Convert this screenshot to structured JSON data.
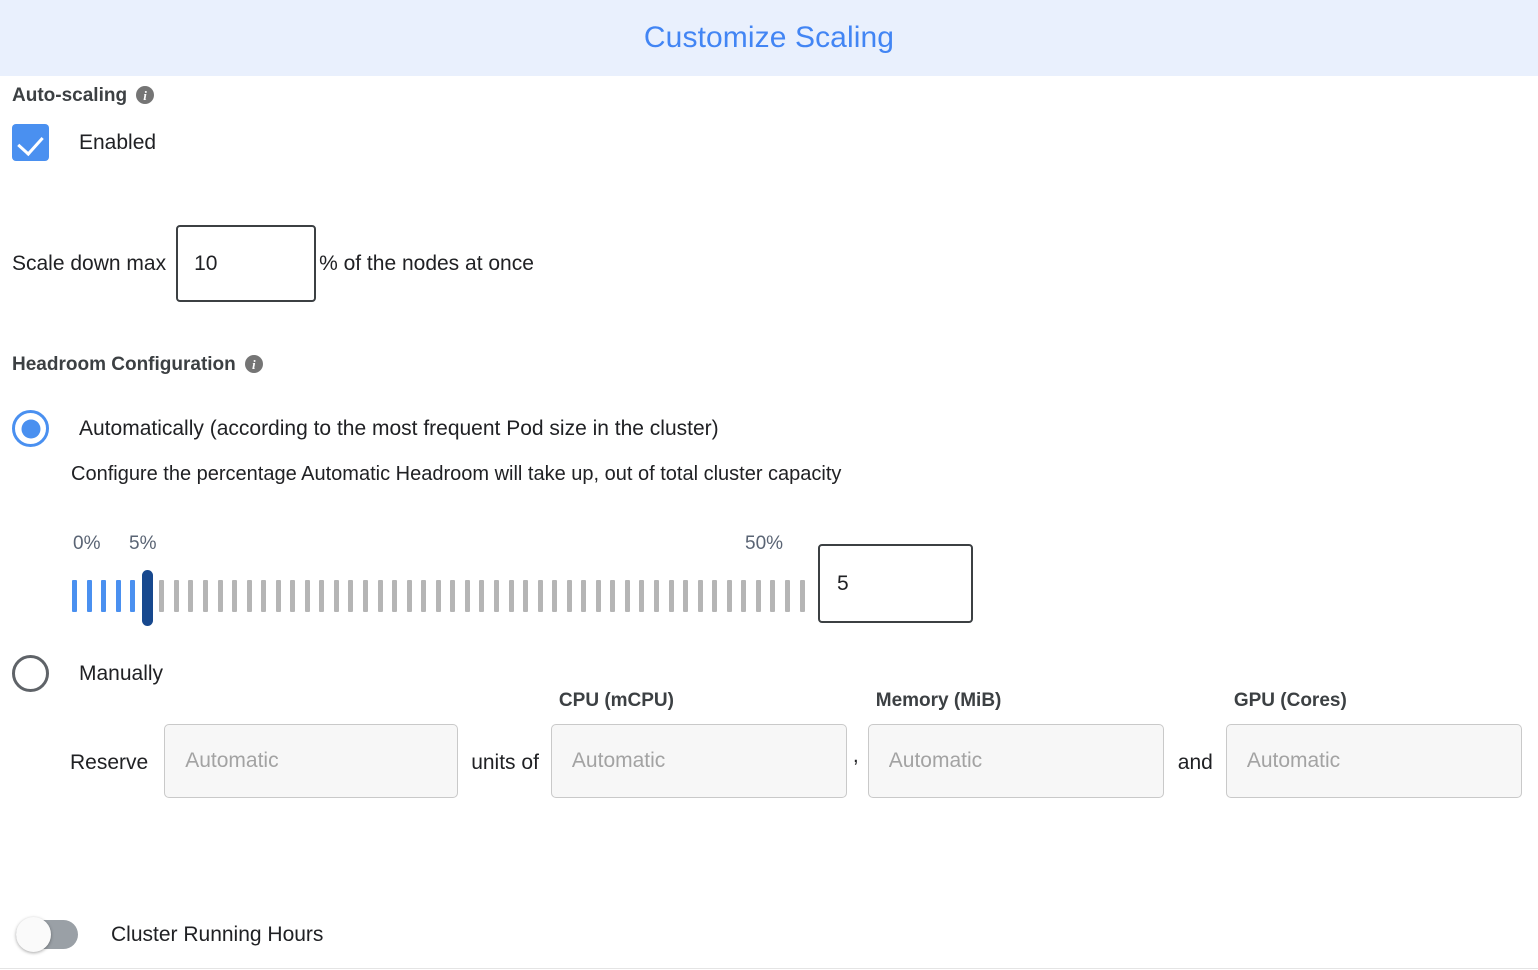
{
  "header": {
    "title": "Customize Scaling",
    "background_color": "#e9f0fd",
    "title_color": "#4285f4"
  },
  "autoscaling": {
    "section_label": "Auto-scaling",
    "info_glyph": "i",
    "checkbox_label": "Enabled",
    "checkbox_checked": true,
    "accent_color": "#4a90f0"
  },
  "scale_down": {
    "prefix_label": "Scale down max",
    "value": "10",
    "suffix_label": "% of the nodes at once"
  },
  "headroom": {
    "section_label": "Headroom Configuration",
    "info_glyph": "i",
    "option_automatic": {
      "label": "Automatically (according to the most frequent Pod size in the cluster)",
      "selected": true,
      "description": "Configure the percentage Automatic Headroom will take up, out of total cluster capacity"
    },
    "slider": {
      "min_label": "0%",
      "current_label": "5%",
      "max_label": "50%",
      "min": 0,
      "max": 50,
      "value": 5,
      "tick_count": 51,
      "value_input": "5",
      "filled_color": "#4a90f0",
      "empty_color": "#b5b5b5",
      "thumb_color": "#17488e",
      "label_color": "#5a6474"
    },
    "option_manual": {
      "label": "Manually",
      "selected": false,
      "reserve_prefix": "Reserve",
      "units_text": "units of",
      "comma_text": ",",
      "and_text": "and",
      "fields": [
        {
          "name": "reserve-units",
          "label": "",
          "placeholder": "Automatic",
          "value": ""
        },
        {
          "name": "cpu",
          "label": "CPU (mCPU)",
          "placeholder": "Automatic",
          "value": ""
        },
        {
          "name": "memory",
          "label": "Memory (MiB)",
          "placeholder": "Automatic",
          "value": ""
        },
        {
          "name": "gpu",
          "label": "GPU (Cores)",
          "placeholder": "Automatic",
          "value": ""
        }
      ]
    }
  },
  "cluster_running_hours": {
    "label": "Cluster Running Hours",
    "enabled": false,
    "off_color": "#9aa0a6"
  }
}
